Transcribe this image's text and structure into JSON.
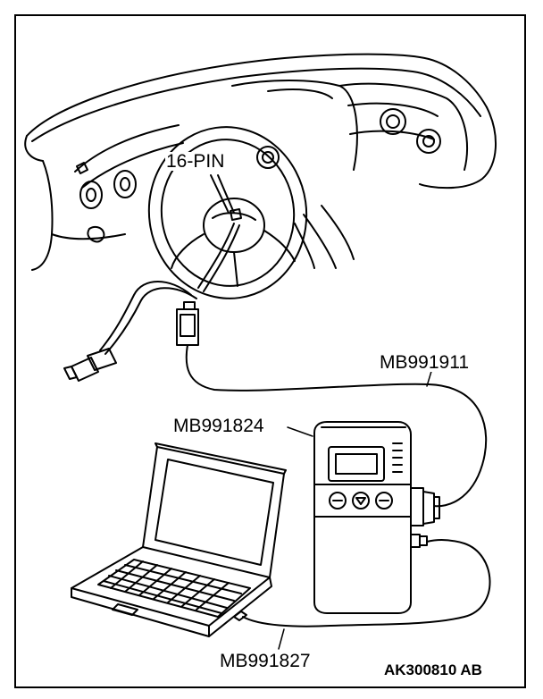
{
  "labels": {
    "connector": "16-PIN",
    "cable_top": "MB991911",
    "interface_unit": "MB991824",
    "cable_bottom": "MB991827"
  },
  "figure_ref": "AK300810 AB",
  "colors": {
    "line": "#000000",
    "background": "#ffffff"
  }
}
